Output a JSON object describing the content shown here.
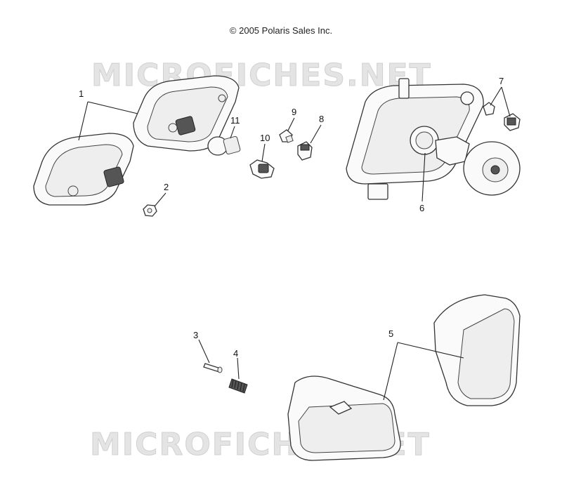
{
  "copyright": "© 2005 Polaris Sales Inc.",
  "watermark": "MICROFICHES.NET",
  "callouts": [
    "1",
    "2",
    "3",
    "4",
    "5",
    "6",
    "7",
    "8",
    "9",
    "10",
    "11"
  ]
}
